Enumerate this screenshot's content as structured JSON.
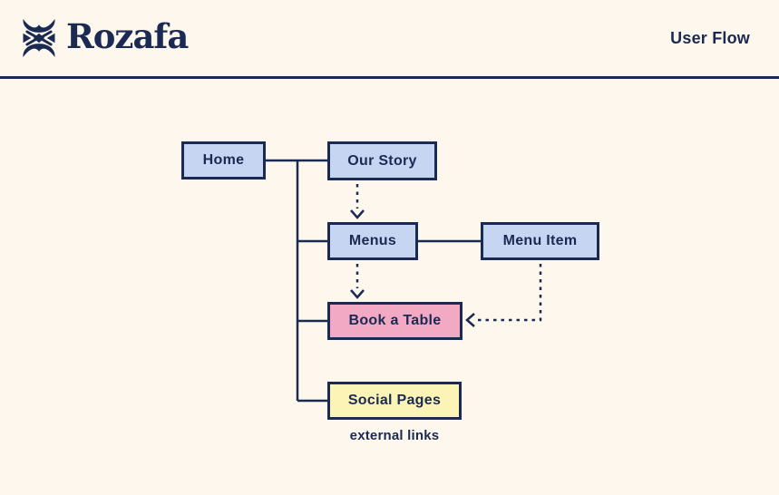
{
  "header": {
    "brand": "Rozafa",
    "title": "User Flow"
  },
  "colors": {
    "background": "#FDF7EE",
    "navy": "#1B2A52",
    "node_blue": "#C6D5F2",
    "node_pink": "#F2A9C4",
    "node_yellow": "#FBF4B6"
  },
  "diagram": {
    "nodes": [
      {
        "id": "home",
        "label": "Home",
        "color": "blue"
      },
      {
        "id": "our-story",
        "label": "Our Story",
        "color": "blue"
      },
      {
        "id": "menus",
        "label": "Menus",
        "color": "blue"
      },
      {
        "id": "menu-item",
        "label": "Menu Item",
        "color": "blue"
      },
      {
        "id": "book-a-table",
        "label": "Book a Table",
        "color": "pink"
      },
      {
        "id": "social-pages",
        "label": "Social Pages",
        "color": "yellow"
      }
    ],
    "edges": [
      {
        "from": "home",
        "to": "our-story",
        "style": "solid"
      },
      {
        "from": "home",
        "to": "menus",
        "style": "solid"
      },
      {
        "from": "home",
        "to": "book-a-table",
        "style": "solid"
      },
      {
        "from": "home",
        "to": "social-pages",
        "style": "solid"
      },
      {
        "from": "menus",
        "to": "menu-item",
        "style": "solid"
      },
      {
        "from": "our-story",
        "to": "menus",
        "style": "dashed-arrow"
      },
      {
        "from": "menus",
        "to": "book-a-table",
        "style": "dashed-arrow"
      },
      {
        "from": "menu-item",
        "to": "book-a-table",
        "style": "dashed-arrow"
      }
    ],
    "caption": "external links"
  }
}
